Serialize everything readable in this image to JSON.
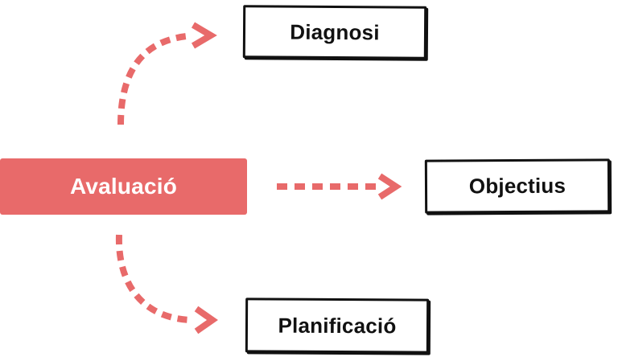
{
  "colors": {
    "accent": "#e86a6a",
    "outline": "#111111",
    "source_text": "#ffffff"
  },
  "diagram": {
    "source": {
      "label": "Avaluació"
    },
    "targets": [
      {
        "label": "Diagnosi"
      },
      {
        "label": "Objectius"
      },
      {
        "label": "Planificació"
      }
    ],
    "connector_style": "dashed-arrow"
  }
}
